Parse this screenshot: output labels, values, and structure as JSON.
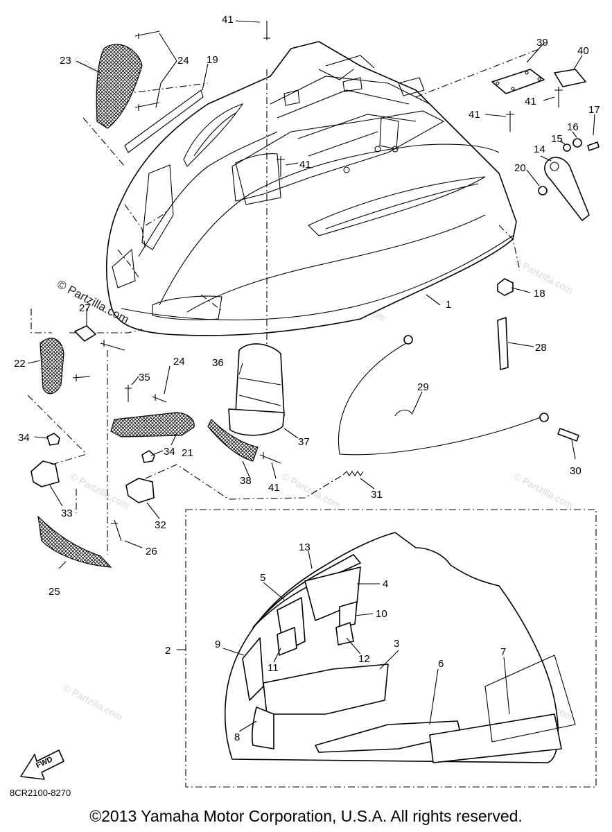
{
  "callouts": [
    "1",
    "2",
    "3",
    "4",
    "5",
    "6",
    "7",
    "8",
    "9",
    "10",
    "11",
    "12",
    "13",
    "14",
    "15",
    "16",
    "17",
    "18",
    "19",
    "20",
    "21",
    "22",
    "23",
    "24",
    "24",
    "25",
    "26",
    "27",
    "28",
    "29",
    "30",
    "31",
    "32",
    "33",
    "34",
    "34",
    "35",
    "36",
    "37",
    "38",
    "39",
    "40",
    "41",
    "41",
    "41",
    "41",
    "41"
  ],
  "watermark": "© Partzilla.com",
  "watermark_faint": "© Partzilla.com",
  "fwd_label": "FWD",
  "diagram_code": "8CR2100-8270",
  "copyright": "©2013  Yamaha Motor Corporation, U.S.A. All rights reserved."
}
